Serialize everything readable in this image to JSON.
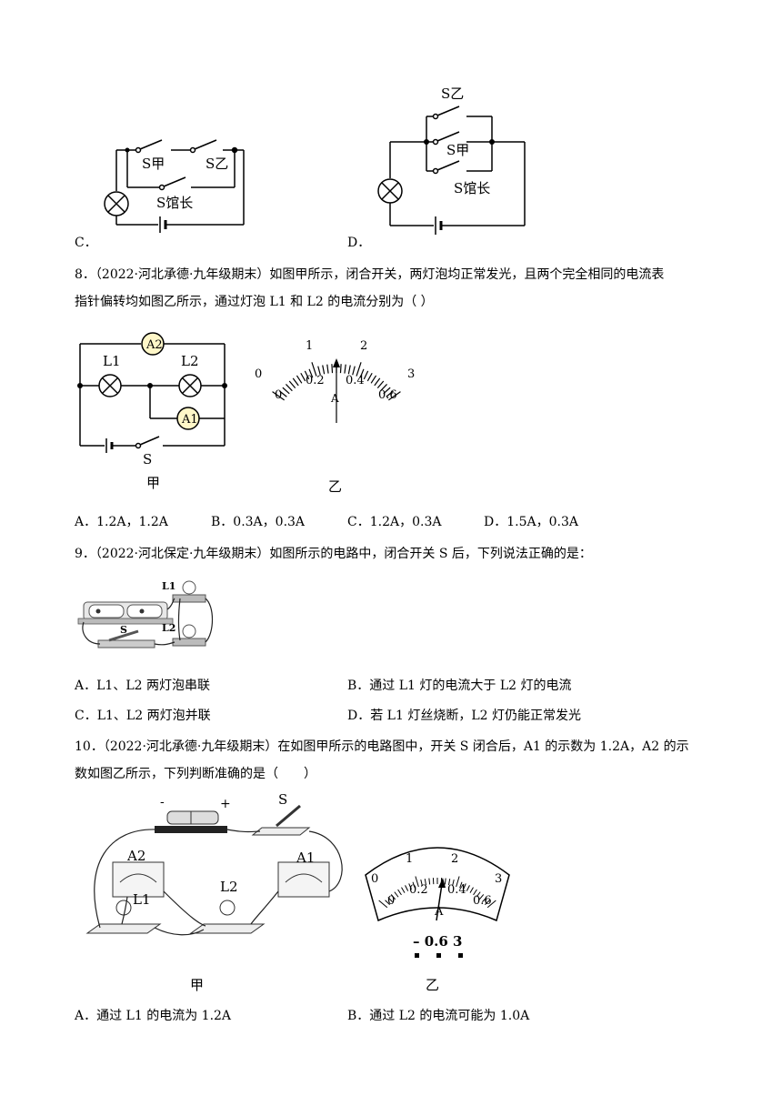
{
  "prev_options": {
    "c_label": "C．",
    "d_label": "D．"
  },
  "fig_c": {
    "s_jia": "S甲",
    "s_yi": "S乙",
    "s_guan": "S馆长"
  },
  "fig_d": {
    "s_yi": "S乙",
    "s_jia": "S甲",
    "s_guan": "S馆长"
  },
  "q8": {
    "line1": "8．（2022·河北承德·九年级期末）如图甲所示，闭合开关，两灯泡均正常发光，且两个完全相同的电流表",
    "line2": "指针偏转均如图乙所示，通过灯泡 L1 和 L2 的电流分别为（   ）",
    "circuit": {
      "a2": "A2",
      "l1": "L1",
      "l2": "L2",
      "a1": "A1",
      "s": "S",
      "caption": "甲"
    },
    "meter": {
      "top_ticks": [
        "0",
        "1",
        "2",
        "3"
      ],
      "bottom_ticks": [
        "0",
        "0.2",
        "0.4",
        "0.6"
      ],
      "unit": "A",
      "caption": "乙"
    },
    "options": [
      "A．1.2A，1.2A",
      "B．0.3A，0.3A",
      "C．1.2A，0.3A",
      "D．1.5A，0.3A"
    ]
  },
  "q9": {
    "line1": "9．（2022·河北保定·九年级期末）如图所示的电路中，闭合开关 S 后，下列说法正确的是：",
    "fig": {
      "l1": "L1",
      "l2": "L2",
      "s": "S"
    },
    "options": [
      "A．L1、L2 两灯泡串联",
      "B．通过 L1 灯的电流大于 L2 灯的电流",
      "C．L1、L2 两灯泡并联",
      "D．若 L1 灯丝烧断，L2 灯仍能正常发光"
    ]
  },
  "q10": {
    "line1": "10．（2022·河北承德·九年级期末）在如图甲所示的电路图中，开关 S 闭合后，A1 的示数为 1.2A，A2 的示",
    "line2": "数如图乙所示，下列判断准确的是（　　）",
    "fig": {
      "s": "S",
      "a2": "A2",
      "a1": "A1",
      "l1": "L1",
      "l2": "L2",
      "minus": "-",
      "plus": "+",
      "caption": "甲"
    },
    "meter": {
      "top_ticks": [
        "0",
        "1",
        "2",
        "3"
      ],
      "bottom_ticks": [
        "0",
        "0.2",
        "0.4",
        "0.6"
      ],
      "unit": "A",
      "terminals": "– 0.6 3",
      "caption": "乙"
    },
    "options": [
      "A．通过 L1 的电流为 1.2A",
      "B．通过 L2 的电流可能为 1.0A"
    ]
  }
}
